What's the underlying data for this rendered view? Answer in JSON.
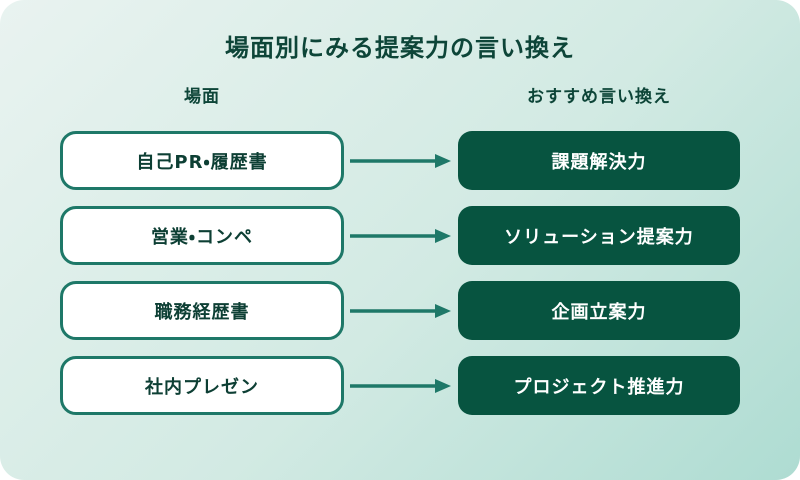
{
  "title": "場面別にみる提案力の言い換え",
  "columns": {
    "left_header": "場面",
    "right_header": "おすすめ言い換え"
  },
  "rows": [
    {
      "scene": "自己PR・履歴書",
      "suggestion": "課題解決力"
    },
    {
      "scene": "営業・コンペ",
      "suggestion": "ソリューション提案力"
    },
    {
      "scene": "職務経歴書",
      "suggestion": "企画立案力"
    },
    {
      "scene": "社内プレゼン",
      "suggestion": "プロジェクト推進力"
    }
  ],
  "icons": {
    "connector": "right-arrow-icon"
  },
  "colors": {
    "background_light": "#e9f3f0",
    "background_mid": "#d2eae3",
    "background_deep": "#aedcd2",
    "dark_green": "#075440",
    "teal_accent": "#1e7868",
    "heading_ink": "#0d4538",
    "label_ink": "#0d3f34",
    "suggestion_text": "#ffffff"
  }
}
